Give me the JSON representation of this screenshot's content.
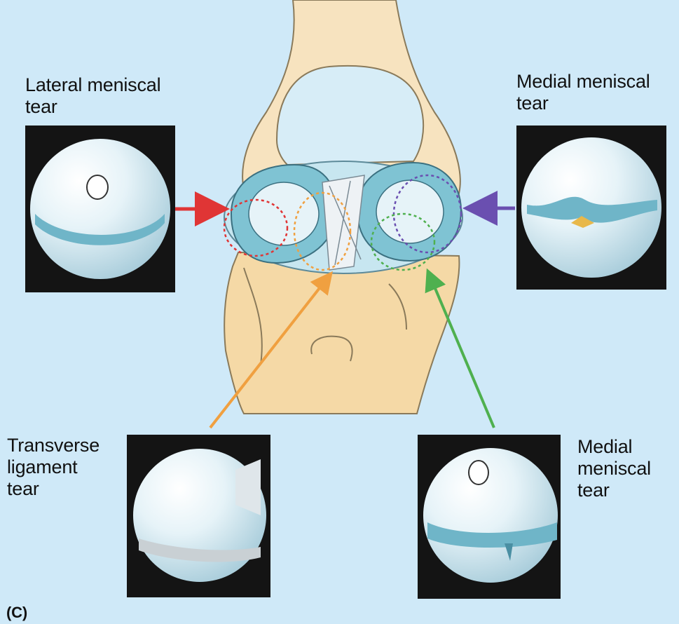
{
  "labels": {
    "lateral_tear": "Lateral meniscal\ntear",
    "medial_tear_top": "Medial meniscal\ntear",
    "transverse_tear": "Transverse\nligament\ntear",
    "medial_tear_bottom": "Medial\nmeniscal\ntear",
    "panel_letter": "(C)"
  },
  "colors": {
    "background": "#cfe9f8",
    "bone": "#f5d9a6",
    "meniscus": "#7fc3d3",
    "arrow_lateral": "#e03535",
    "arrow_medial_top": "#6a4fb0",
    "arrow_transverse": "#f0a040",
    "arrow_medial_bottom": "#4fb04f"
  },
  "icons": [
    "knee-joint-illustration",
    "arthroscopic-view-icon",
    "arrow-icon"
  ]
}
